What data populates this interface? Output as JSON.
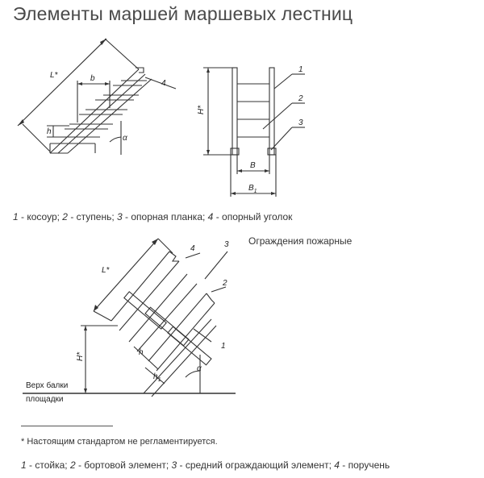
{
  "title": "Элементы маршей маршевых лестниц",
  "legend1": {
    "n1": "1",
    "t1": " - косоур; ",
    "n2": "2",
    "t2": " - ступень; ",
    "n3": "3",
    "t3": " - опорная планка; ",
    "n4": "4",
    "t4": " - опорный уголок"
  },
  "section2_title": "Ограждения пожарные",
  "footnote": "* Настоящим стандартом не регламентируется.",
  "legend2": {
    "n1": "1",
    "t1": " - стойка; ",
    "n2": "2",
    "t2": " - бортовой элемент; ",
    "n3": "3",
    "t3": " - средний ограждающий элемент; ",
    "n4": "4",
    "t4": " - поручень"
  },
  "fig1": {
    "L": "L*",
    "b": "b",
    "h": "h",
    "alpha": "α",
    "callout": "4"
  },
  "fig2": {
    "H": "H*",
    "B": "B",
    "B1": "B",
    "B1_sub": "1",
    "c1": "1",
    "c2": "2",
    "c3": "3"
  },
  "fig3": {
    "L": "L*",
    "H": "H*",
    "h": "h",
    "h1": "h",
    "h1_sub": "1",
    "alpha": "α",
    "c1": "1",
    "c2": "2",
    "c3": "3",
    "c4": "4",
    "beam_top": "Верх балки",
    "platform": "площадки"
  }
}
